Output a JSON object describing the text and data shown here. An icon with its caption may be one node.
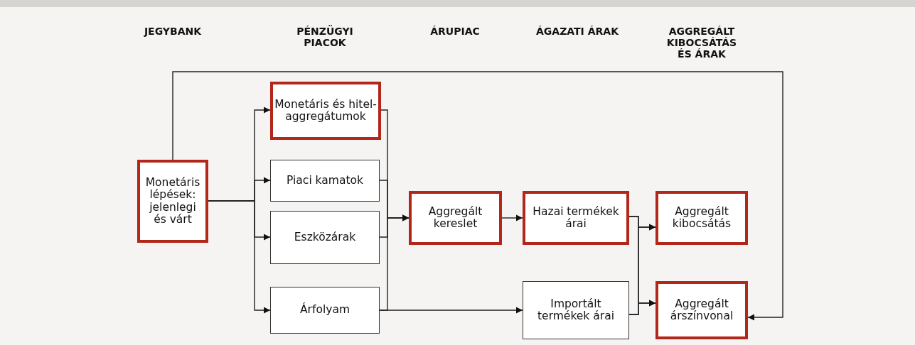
{
  "diagram": {
    "nodes": [
      {
        "text": [
          "Monetáris lépések: jelenlegi és várt"
        ]
      },
      {
        "text": [
          "Monetáris és hitel-aggregátumok"
        ]
      },
      {
        "text": [
          "Piaci kamatok"
        ]
      },
      {
        "text": [
          "Eszközárak"
        ]
      },
      {
        "text": [
          "Árfolyam"
        ]
      },
      {
        "text": [
          "Aggregált kereslet"
        ]
      },
      {
        "text": [
          "Hazai termékek árai"
        ]
      },
      {
        "text": [
          "Aggregált kibocsátás"
        ]
      },
      {
        "text": [
          "Importált termékek árai"
        ]
      },
      {
        "text": [
          "Aggregált árszínvonal"
        ]
      }
    ],
    "edges": [
      {
        "from": 0,
        "to": 1,
        "arrow": "to"
      },
      {
        "from": 0,
        "to": 2,
        "arrow": "to"
      },
      {
        "from": 0,
        "to": 3,
        "arrow": "to"
      },
      {
        "from": 0,
        "to": 4,
        "arrow": "to"
      },
      {
        "from": 1,
        "to": 5,
        "arrow": "to"
      },
      {
        "from": 2,
        "to": 5,
        "arrow": "to"
      },
      {
        "from": 3,
        "to": 5,
        "arrow": "to"
      },
      {
        "from": 4,
        "to": 5,
        "arrow": "to"
      },
      {
        "from": 4,
        "to": 8,
        "arrow": "to"
      },
      {
        "from": 5,
        "to": 6,
        "arrow": "to"
      },
      {
        "from": 6,
        "to": 7,
        "arrow": "to"
      },
      {
        "from": 6,
        "to": 9,
        "arrow": "to"
      },
      {
        "from": 8,
        "to": 7,
        "arrow": "to"
      },
      {
        "from": 8,
        "to": 9,
        "arrow": "to"
      },
      {
        "from": 0,
        "to": 9,
        "arrow": "to"
      }
    ],
    "labels": [
      "JEGYBANK",
      "PÉNZÜGYI PIACOK",
      "ÁRUPIAC",
      "ÁGAZATI ÁRAK",
      "AGGREGÁLT KIBOCSÁTÁS ÉS ÁRAK"
    ]
  }
}
